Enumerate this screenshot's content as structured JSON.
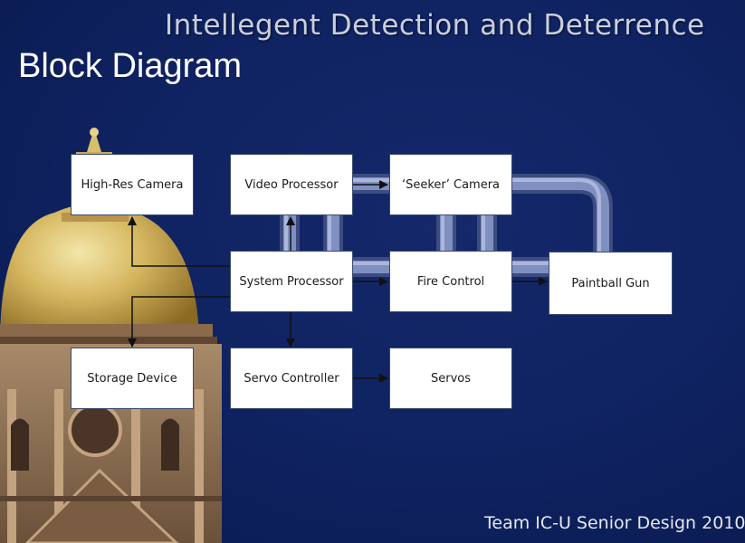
{
  "header": {
    "title": "Intellegent Detection and Deterrence"
  },
  "slide": {
    "title": "Block Diagram"
  },
  "footer": {
    "text": "Team IC-U  Senior Design 2010"
  },
  "blocks": {
    "high_res_camera": "High-Res Camera",
    "video_processor": "Video Processor",
    "seeker_camera": "‘Seeker’ Camera",
    "system_processor": "System Processor",
    "fire_control": "Fire Control",
    "paintball_gun": "Paintball Gun",
    "storage_device": "Storage Device",
    "servo_controller": "Servo Controller",
    "servos": "Servos"
  },
  "colors": {
    "background": "#0f2260",
    "pipe": "#6f7fb0",
    "box_fill": "#ffffff",
    "arrow": "#111111"
  }
}
